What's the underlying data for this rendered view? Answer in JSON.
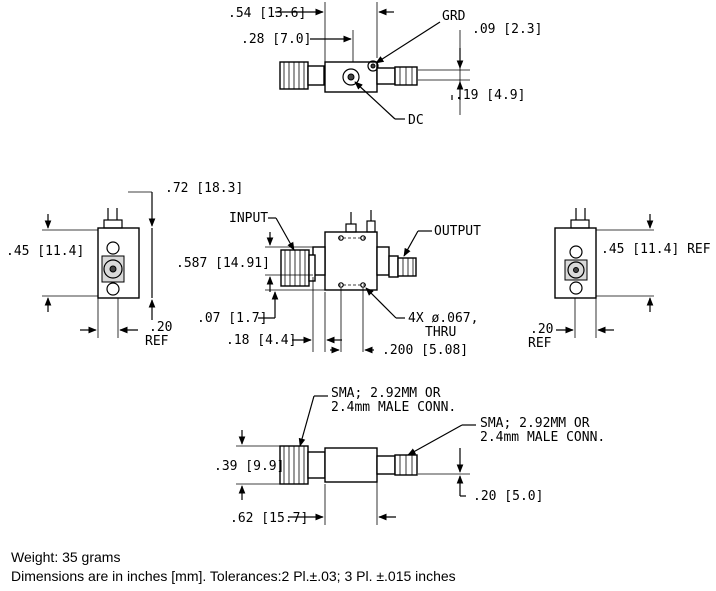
{
  "top_view": {
    "dim_054": ".54 [13.6]",
    "dim_028": ".28 [7.0]",
    "label_grd": "GRD",
    "dim_009": ".09 [2.3]",
    "dim_019": ".19 [4.9]",
    "label_dc": "DC"
  },
  "left_view": {
    "dim_072": ".72 [18.3]",
    "dim_045": ".45 [11.4]",
    "dim_020": ".20",
    "ref": "REF"
  },
  "front_view": {
    "label_input": "INPUT",
    "label_output": "OUTPUT",
    "dim_0587": ".587 [14.91]",
    "dim_007": ".07 [1.7]",
    "dim_018": ".18 [4.4]",
    "holes_line1": "4X ø.067,",
    "holes_line2": "THRU",
    "dim_0200": ".200 [5.08]"
  },
  "right_view": {
    "dim_045_ref": ".45 [11.4] REF",
    "dim_020": ".20",
    "ref": "REF"
  },
  "bottom_view": {
    "sma_left_1": "SMA; 2.92MM OR",
    "sma_left_2": "2.4mm MALE CONN.",
    "sma_right_1": "SMA; 2.92MM OR",
    "sma_right_2": "2.4mm MALE CONN.",
    "dim_039": ".39 [9.9]",
    "dim_062": ".62 [15.7]",
    "dim_020": ".20 [5.0]"
  },
  "notes": {
    "weight": "Weight:  35 grams",
    "dimensions": "Dimensions are in inches [mm]. Tolerances:2 Pl.±.03; 3 Pl. ±.015 inches"
  }
}
